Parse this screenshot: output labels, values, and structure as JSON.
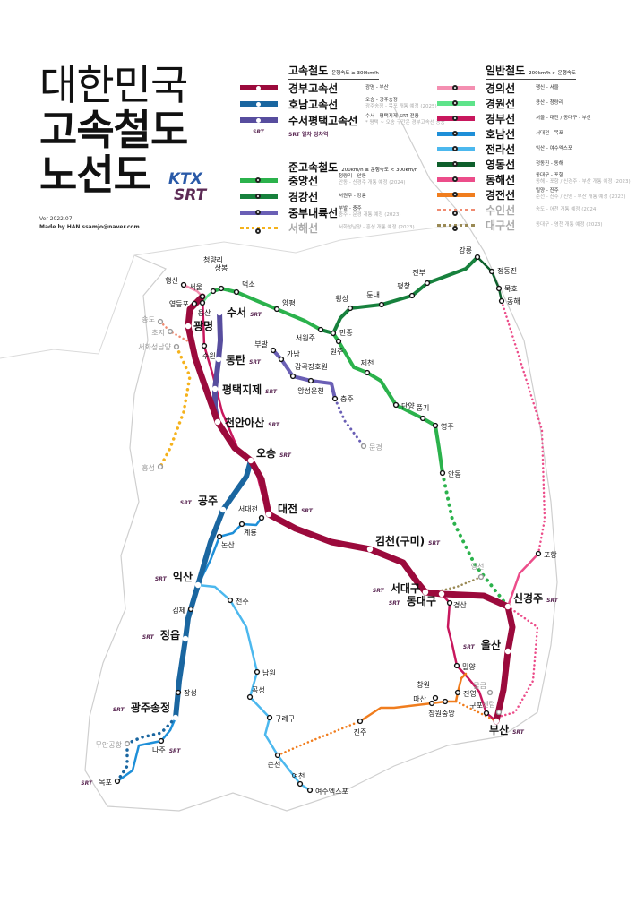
{
  "title": {
    "line1": "대한민국",
    "line2": "고속철도",
    "line3": "노선도",
    "logo_ktx": "KTX",
    "logo_srt": "SRT"
  },
  "credit": {
    "version": "Ver 2022.07.",
    "author": "Made by HAN  ssamjo@naver.com"
  },
  "legend": {
    "high_speed": {
      "title": "고속철도",
      "note": "운행속도 ≥ 300km/h",
      "lines": [
        {
          "name": "경부고속선",
          "desc": "광명 - 부산",
          "future": "",
          "color": "#9b0a3c"
        },
        {
          "name": "호남고속선",
          "desc": "오송 - 광주송정",
          "future": "광주송정 - 목포 개통 예정 (2025)",
          "color": "#1a66a0"
        },
        {
          "name": "수서평택고속선",
          "desc": "수서 - 평택지제  SRT 전용",
          "future": "* 평택 ~ 오송 구간은 경부고속선 공용",
          "color": "#574d9e"
        }
      ],
      "srt_mark": "SRT",
      "srt_mark_desc": "SRT 열차 정차역"
    },
    "semi_high_speed": {
      "title": "준고속철도",
      "note": "200km/h ≤ 운행속도 < 300km/h",
      "lines": [
        {
          "name": "중앙선",
          "desc": "청량리 - 안동",
          "future": "안동 - 신경주 개통 예정 (2024)",
          "color": "#2bb24c",
          "muted": false
        },
        {
          "name": "경강선",
          "desc": "서원주 - 강릉",
          "future": "",
          "color": "#17813d",
          "muted": false
        },
        {
          "name": "중부내륙선",
          "desc": "부발 - 충주",
          "future": "충주 - 문경 개통 예정 (2023)",
          "color": "#6a5fb5",
          "muted": false
        },
        {
          "name": "서해선",
          "desc": "",
          "future": "서화성남양 - 홍성 개통 예정 (2023)",
          "color": "#f5b21c",
          "muted": true
        }
      ]
    },
    "conventional": {
      "title": "일반철도",
      "note": "200km/h > 운행속도",
      "lines": [
        {
          "name": "경의선",
          "desc": "행신 - 서울",
          "future": "",
          "color": "#f48fb1",
          "muted": false
        },
        {
          "name": "경원선",
          "desc": "용산 - 청량리",
          "future": "",
          "color": "#5ee38a",
          "muted": false
        },
        {
          "name": "경부선",
          "desc": "서울 - 대전 / 동대구 - 부산",
          "future": "",
          "color": "#c8175d",
          "muted": false
        },
        {
          "name": "호남선",
          "desc": "서대전 - 목포",
          "future": "",
          "color": "#1e8fd8",
          "muted": false
        },
        {
          "name": "전라선",
          "desc": "익산 - 여수엑스포",
          "future": "",
          "color": "#4cb8ee",
          "muted": false
        },
        {
          "name": "영동선",
          "desc": "정동진 - 동해",
          "future": "",
          "color": "#0e5f2c",
          "muted": false
        },
        {
          "name": "동해선",
          "desc": "동대구 - 포항",
          "future": "동해 - 포항 / 신경주 - 부산 개통 예정 (2023)",
          "color": "#ec4d8a",
          "muted": false
        },
        {
          "name": "경전선",
          "desc": "밀양 - 진주",
          "future": "순천 - 진주 / 진영 - 부산 개통 예정 (2023)",
          "color": "#f07d1e",
          "muted": false
        },
        {
          "name": "수인선",
          "desc": "",
          "future": "송도 - 어천 개통 예정 (2024)",
          "color": "#f08a70",
          "muted": true
        },
        {
          "name": "대구선",
          "desc": "",
          "future": "동대구 - 영천 개통 예정 (2023)",
          "color": "#9a8a55",
          "muted": true
        }
      ]
    }
  },
  "map": {
    "srt_tag": "SRT",
    "stations": [
      {
        "name": "행신",
        "kind": "minor"
      },
      {
        "name": "서울",
        "kind": "minor"
      },
      {
        "name": "용산",
        "kind": "minor"
      },
      {
        "name": "영등포",
        "kind": "minor"
      },
      {
        "name": "청량리",
        "kind": "minor"
      },
      {
        "name": "상봉",
        "kind": "minor"
      },
      {
        "name": "덕소",
        "kind": "minor"
      },
      {
        "name": "양평",
        "kind": "minor"
      },
      {
        "name": "서원주",
        "kind": "minor"
      },
      {
        "name": "만종",
        "kind": "minor"
      },
      {
        "name": "원주",
        "kind": "minor"
      },
      {
        "name": "제천",
        "kind": "minor"
      },
      {
        "name": "단양",
        "kind": "minor"
      },
      {
        "name": "풍기",
        "kind": "minor"
      },
      {
        "name": "영주",
        "kind": "minor"
      },
      {
        "name": "안동",
        "kind": "minor"
      },
      {
        "name": "횡성",
        "kind": "minor"
      },
      {
        "name": "둔내",
        "kind": "minor"
      },
      {
        "name": "평창",
        "kind": "minor"
      },
      {
        "name": "진부",
        "kind": "minor"
      },
      {
        "name": "강릉",
        "kind": "minor"
      },
      {
        "name": "정동진",
        "kind": "minor"
      },
      {
        "name": "묵호",
        "kind": "minor"
      },
      {
        "name": "동해",
        "kind": "minor"
      },
      {
        "name": "광명",
        "kind": "major",
        "srt": false
      },
      {
        "name": "수원",
        "kind": "minor"
      },
      {
        "name": "수서",
        "kind": "major",
        "srt": true
      },
      {
        "name": "동탄",
        "kind": "major",
        "srt": true
      },
      {
        "name": "평택지제",
        "kind": "major",
        "srt": true
      },
      {
        "name": "천안아산",
        "kind": "major",
        "srt": true
      },
      {
        "name": "오송",
        "kind": "major",
        "srt": true
      },
      {
        "name": "대전",
        "kind": "major",
        "srt": true
      },
      {
        "name": "김천(구미)",
        "kind": "major",
        "srt": true
      },
      {
        "name": "서대구",
        "kind": "major",
        "srt": true
      },
      {
        "name": "동대구",
        "kind": "major",
        "srt": true
      },
      {
        "name": "신경주",
        "kind": "major",
        "srt": true
      },
      {
        "name": "울산",
        "kind": "major",
        "srt": true
      },
      {
        "name": "부산",
        "kind": "major",
        "srt": true
      },
      {
        "name": "공주",
        "kind": "major",
        "srt": true
      },
      {
        "name": "익산",
        "kind": "major",
        "srt": true
      },
      {
        "name": "정읍",
        "kind": "major",
        "srt": true
      },
      {
        "name": "광주송정",
        "kind": "major",
        "srt": true
      },
      {
        "name": "나주",
        "kind": "minor",
        "srt": true
      },
      {
        "name": "목포",
        "kind": "minor",
        "srt": true
      },
      {
        "name": "서대전",
        "kind": "minor"
      },
      {
        "name": "계룡",
        "kind": "minor"
      },
      {
        "name": "논산",
        "kind": "minor"
      },
      {
        "name": "김제",
        "kind": "minor"
      },
      {
        "name": "장성",
        "kind": "minor"
      },
      {
        "name": "전주",
        "kind": "minor"
      },
      {
        "name": "남원",
        "kind": "minor"
      },
      {
        "name": "곡성",
        "kind": "minor"
      },
      {
        "name": "구례구",
        "kind": "minor"
      },
      {
        "name": "순천",
        "kind": "minor"
      },
      {
        "name": "여천",
        "kind": "minor"
      },
      {
        "name": "여수엑스포",
        "kind": "minor"
      },
      {
        "name": "부발",
        "kind": "minor"
      },
      {
        "name": "가남",
        "kind": "minor"
      },
      {
        "name": "감곡장호원",
        "kind": "minor"
      },
      {
        "name": "앙성온천",
        "kind": "minor"
      },
      {
        "name": "충주",
        "kind": "minor"
      },
      {
        "name": "문경",
        "kind": "muted"
      },
      {
        "name": "서화성남양",
        "kind": "muted"
      },
      {
        "name": "홍성",
        "kind": "muted"
      },
      {
        "name": "송도",
        "kind": "muted"
      },
      {
        "name": "초지",
        "kind": "muted"
      },
      {
        "name": "무안공항",
        "kind": "muted"
      },
      {
        "name": "경산",
        "kind": "minor"
      },
      {
        "name": "밀양",
        "kind": "minor"
      },
      {
        "name": "구포",
        "kind": "minor"
      },
      {
        "name": "물금",
        "kind": "muted"
      },
      {
        "name": "센텀",
        "kind": "muted"
      },
      {
        "name": "포항",
        "kind": "minor"
      },
      {
        "name": "영천",
        "kind": "muted"
      },
      {
        "name": "진영",
        "kind": "minor"
      },
      {
        "name": "창원",
        "kind": "minor"
      },
      {
        "name": "마산",
        "kind": "minor"
      },
      {
        "name": "창원중앙",
        "kind": "minor"
      },
      {
        "name": "진주",
        "kind": "minor"
      }
    ]
  }
}
